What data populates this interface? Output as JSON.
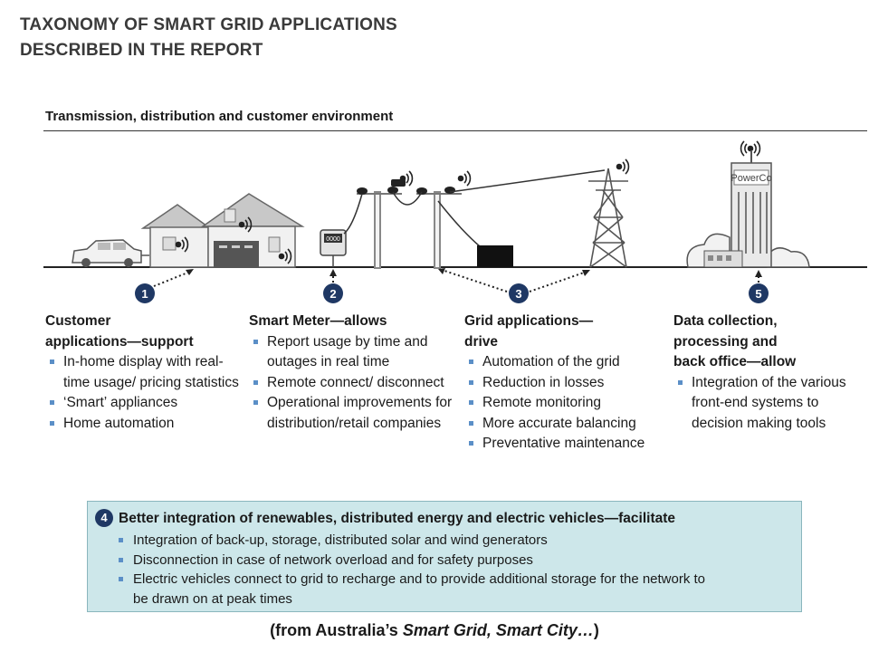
{
  "title": [
    "TAXONOMY OF SMART GRID APPLICATIONS",
    "DESCRIBED IN THE REPORT"
  ],
  "environment_label": "Transmission, distribution and customer environment",
  "building_sign": "PowerCo",
  "meter_label": "0000",
  "markers": [
    "1",
    "2",
    "3",
    "5"
  ],
  "columns": [
    {
      "head": [
        "Customer",
        "applications—support"
      ],
      "items": [
        "In-home display with real-time usage/ pricing statistics",
        "‘Smart’ appliances",
        "Home automation"
      ]
    },
    {
      "head": [
        "Smart Meter—allows"
      ],
      "items": [
        "Report usage by time and outages in real time",
        "Remote connect/ disconnect",
        "Operational improvements for distribution/retail companies"
      ]
    },
    {
      "head": [
        "Grid applications—",
        "drive"
      ],
      "items": [
        "Automation of the grid",
        "Reduction in losses",
        "Remote monitoring",
        "More accurate balancing",
        "Preventative maintenance"
      ]
    },
    {
      "head": [
        "Data collection,",
        "processing and",
        "back office—allow"
      ],
      "items": [
        "Integration of the various front-end systems to decision making tools"
      ]
    }
  ],
  "box": {
    "badge": "4",
    "head": "Better integration of renewables, distributed energy and electric vehicles—facilitate",
    "items": [
      "Integration of back-up, storage, distributed solar and wind generators",
      "Disconnection in case of network overload and for safety purposes",
      "Electric vehicles connect to grid to recharge and to provide additional storage for the network to be drawn on at peak times"
    ]
  },
  "caption": {
    "prefix": "(from Australia’s ",
    "italic": "Smart Grid, Smart City…",
    "suffix": ")"
  }
}
